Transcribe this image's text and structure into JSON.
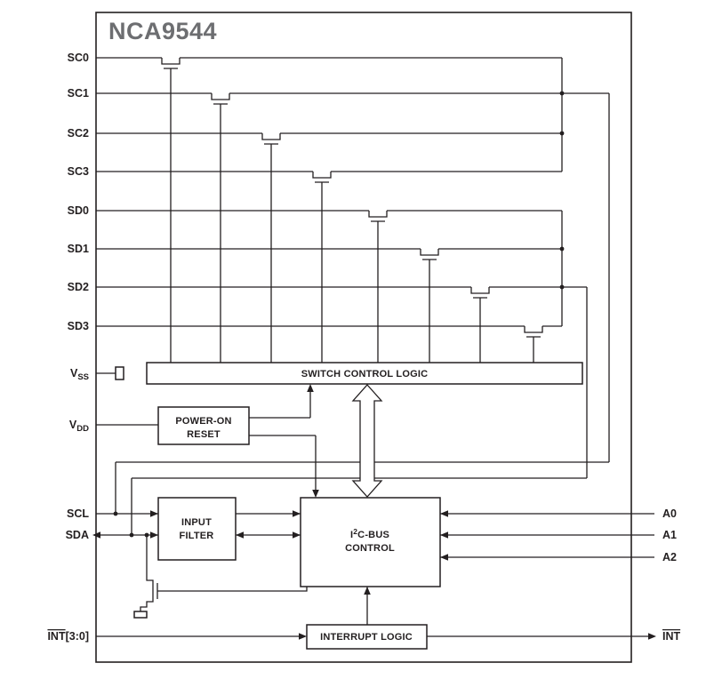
{
  "title": "NCA9544",
  "pins": {
    "sc0": "SC0",
    "sc1": "SC1",
    "sc2": "SC2",
    "sc3": "SC3",
    "sd0": "SD0",
    "sd1": "SD1",
    "sd2": "SD2",
    "sd3": "SD3",
    "vss_main": "V",
    "vss_sub": "SS",
    "vdd_main": "V",
    "vdd_sub": "DD",
    "scl": "SCL",
    "sda": "SDA",
    "int_in_main": "INT",
    "int_in_rest": "[3:0]",
    "a0": "A0",
    "a1": "A1",
    "a2": "A2",
    "int_out": "INT"
  },
  "blocks": {
    "switch_control_logic": "SWITCH CONTROL LOGIC",
    "por_line1": "POWER-ON",
    "por_line2": "RESET",
    "filter_line1": "INPUT",
    "filter_line2": "FILTER",
    "i2c_pre": "I",
    "i2c_sup": "2",
    "i2c_post": "C-BUS",
    "i2c_line2": "CONTROL",
    "interrupt_logic": "INTERRUPT LOGIC"
  },
  "colors": {
    "diagram_line": "#231f20",
    "chip_title": "#6d6e71",
    "background": "#ffffff"
  }
}
